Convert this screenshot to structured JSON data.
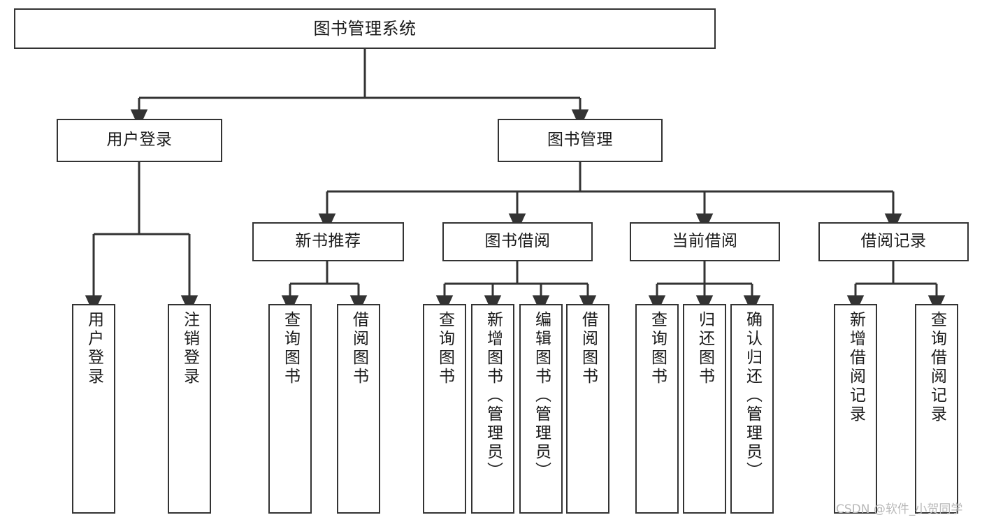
{
  "diagram": {
    "type": "tree-hierarchy",
    "title": "图书管理系统",
    "orientation": "top-down",
    "edge_color": "#333333",
    "node_border_color": "#333333",
    "node_fill_color": "#ffffff",
    "text_color": "#1a1a1a",
    "levels": 4
  },
  "nodes": {
    "root": {
      "label": "图书管理系统",
      "level": 1,
      "orientation": "horizontal"
    },
    "l2": [
      {
        "id": "user-login",
        "label": "用户登录",
        "level": 2,
        "orientation": "horizontal"
      },
      {
        "id": "book-manage",
        "label": "图书管理",
        "level": 2,
        "orientation": "horizontal"
      }
    ],
    "l3": [
      {
        "id": "new-book-recommend",
        "label": "新书推荐",
        "level": 3,
        "orientation": "horizontal",
        "parent": "book-manage"
      },
      {
        "id": "book-borrow",
        "label": "图书借阅",
        "level": 3,
        "orientation": "horizontal",
        "parent": "book-manage"
      },
      {
        "id": "current-borrow",
        "label": "当前借阅",
        "level": 3,
        "orientation": "horizontal",
        "parent": "book-manage"
      },
      {
        "id": "borrow-record",
        "label": "借阅记录",
        "level": 3,
        "orientation": "horizontal",
        "parent": "book-manage"
      }
    ],
    "l4": [
      {
        "id": "leaf-user-login",
        "label": "用户登录",
        "level": 4,
        "orientation": "vertical",
        "parent": "user-login"
      },
      {
        "id": "leaf-user-logout",
        "label": "注销登录",
        "level": 4,
        "orientation": "vertical",
        "parent": "user-login"
      },
      {
        "id": "leaf-query-book-1",
        "label": "查询图书",
        "level": 4,
        "orientation": "vertical",
        "parent": "new-book-recommend"
      },
      {
        "id": "leaf-borrow-book-1",
        "label": "借阅图书",
        "level": 4,
        "orientation": "vertical",
        "parent": "new-book-recommend"
      },
      {
        "id": "leaf-query-book-2",
        "label": "查询图书",
        "level": 4,
        "orientation": "vertical",
        "parent": "book-borrow"
      },
      {
        "id": "leaf-add-book",
        "label": "新增图书（管理员）",
        "level": 4,
        "orientation": "vertical",
        "parent": "book-borrow"
      },
      {
        "id": "leaf-edit-book",
        "label": "编辑图书（管理员）",
        "level": 4,
        "orientation": "vertical",
        "parent": "book-borrow"
      },
      {
        "id": "leaf-borrow-book-2",
        "label": "借阅图书",
        "level": 4,
        "orientation": "vertical",
        "parent": "book-borrow"
      },
      {
        "id": "leaf-query-book-3",
        "label": "查询图书",
        "level": 4,
        "orientation": "vertical",
        "parent": "current-borrow"
      },
      {
        "id": "leaf-return-book",
        "label": "归还图书",
        "level": 4,
        "orientation": "vertical",
        "parent": "current-borrow"
      },
      {
        "id": "leaf-confirm-return",
        "label": "确认归还（管理员）",
        "level": 4,
        "orientation": "vertical",
        "parent": "current-borrow"
      },
      {
        "id": "leaf-add-record",
        "label": "新增借阅记录",
        "level": 4,
        "orientation": "vertical",
        "parent": "borrow-record"
      },
      {
        "id": "leaf-query-record",
        "label": "查询借阅记录",
        "level": 4,
        "orientation": "vertical",
        "parent": "borrow-record"
      }
    ]
  },
  "watermark": {
    "text": "CSDN @软件_小贺同学",
    "color": "#b9b9b9"
  }
}
